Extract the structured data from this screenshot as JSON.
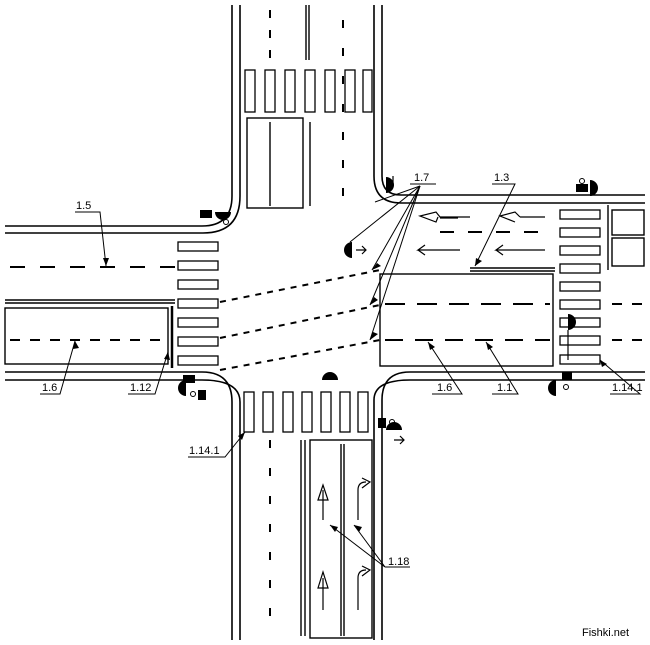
{
  "labels": {
    "l1_5": "1.5",
    "l1_6_left": "1.6",
    "l1_12": "1.12",
    "l1_14_1_bottom": "1.14.1",
    "l1_7": "1.7",
    "l1_3": "1.3",
    "l1_6_right": "1.6",
    "l1_1": "1.1",
    "l1_14_1_right": "1.14.1",
    "l1_18": "1.18"
  },
  "watermark": "Fishki.net",
  "colors": {
    "ink": "#000000",
    "paper": "#ffffff"
  }
}
